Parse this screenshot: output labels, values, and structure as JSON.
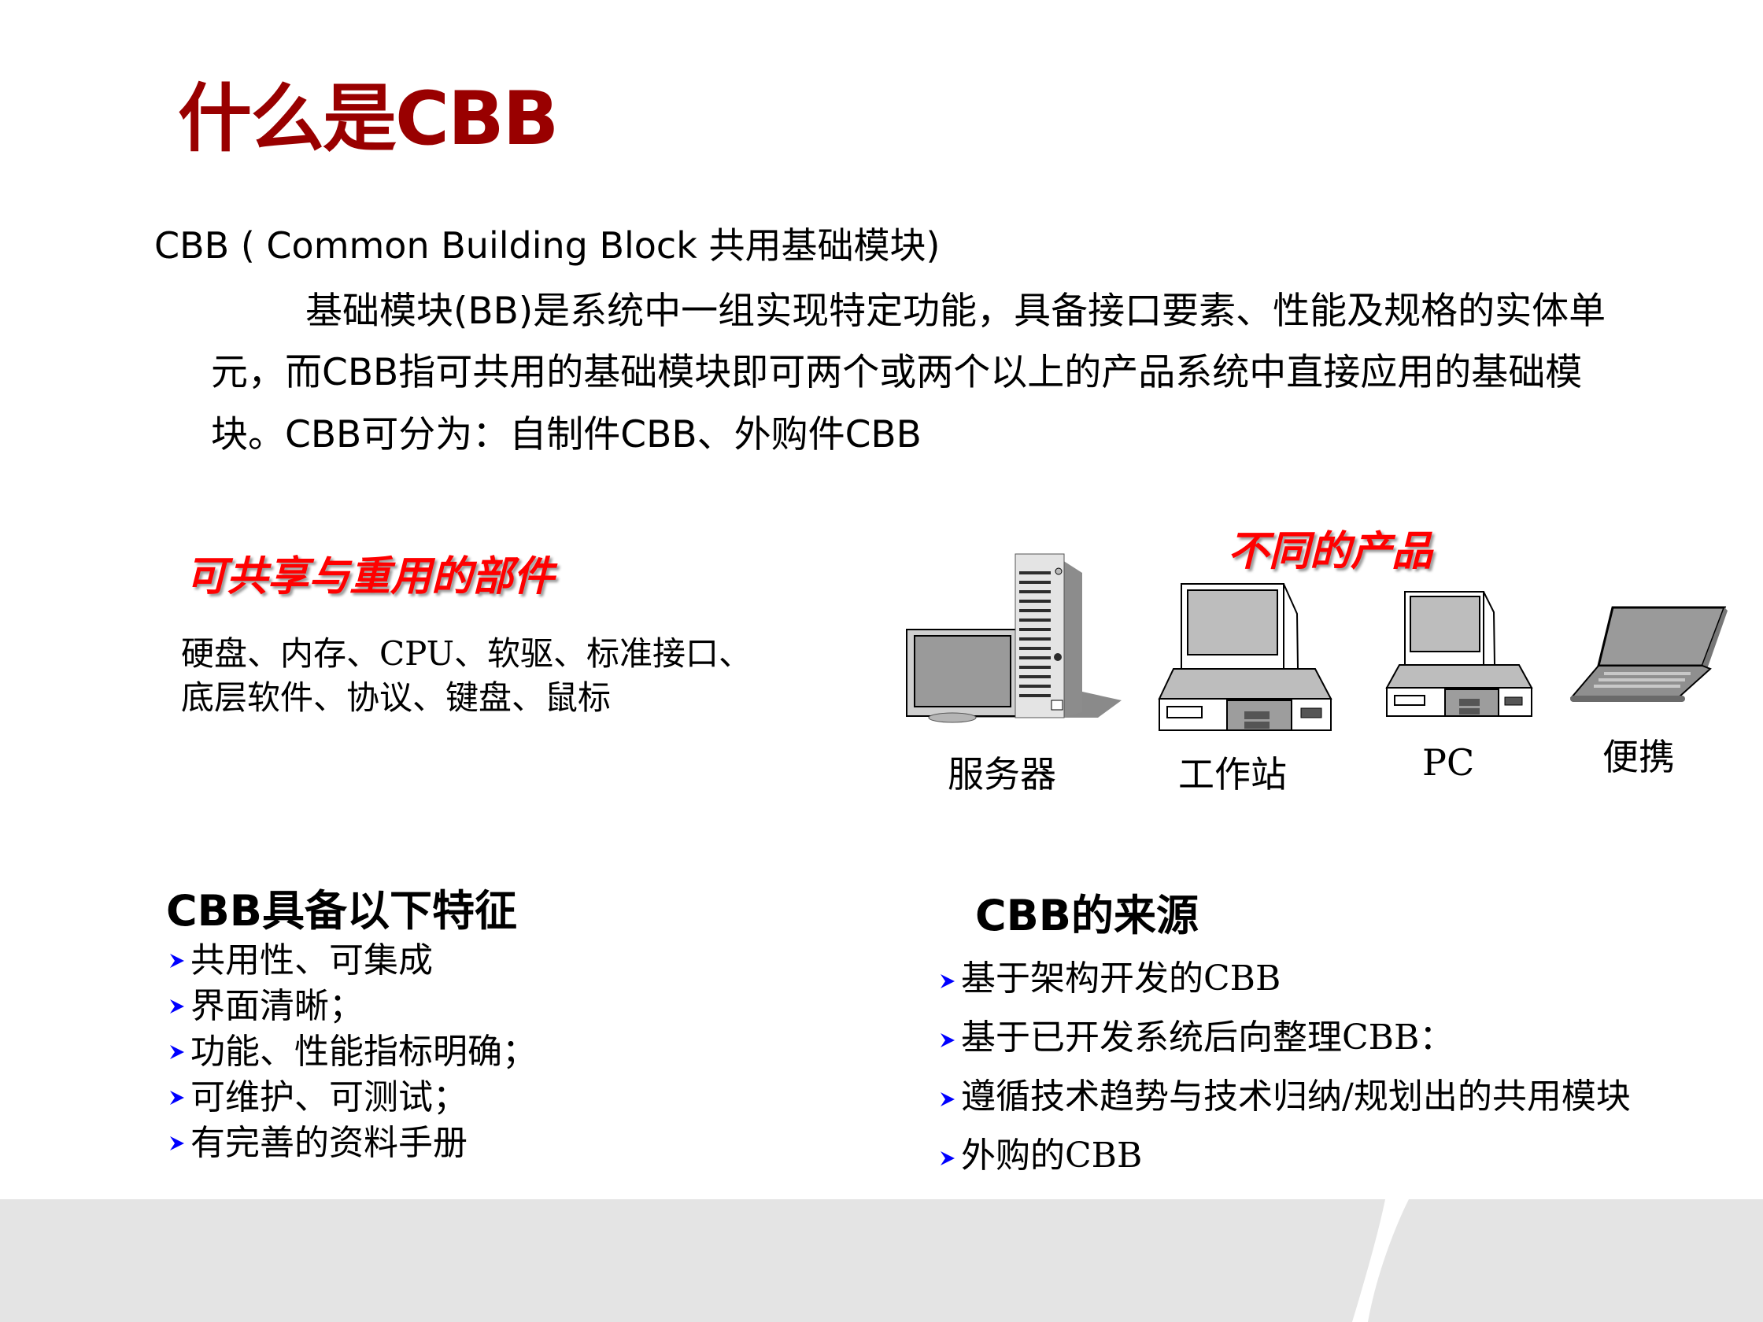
{
  "slide": {
    "title": "什么是CBB",
    "definition_line": "CBB ( Common Building Block 共用基础模块)",
    "paragraph_lines": [
      "基础模块(BB)是系统中一组实现特定功能，具备接口要素、性能及规格的实体单",
      "元，而CBB指可共用的基础模块即可两个或两个以上的产品系统中直接应用的基础模",
      "块。CBB可分为：自制件CBB、外购件CBB"
    ],
    "shared_parts": {
      "heading": "可共享与重用的部件",
      "lines": [
        "硬盘、内存、CPU、软驱、标准接口、",
        "底层软件、协议、键盘、鼠标"
      ]
    },
    "products": {
      "heading": "不同的产品",
      "items": [
        {
          "label": "服务器",
          "icon": "server-icon"
        },
        {
          "label": "工作站",
          "icon": "workstation-icon"
        },
        {
          "label": "PC",
          "icon": "pc-icon"
        },
        {
          "label": "便携",
          "icon": "laptop-icon"
        }
      ]
    },
    "features": {
      "heading": "CBB具备以下特征",
      "items": [
        "共用性、可集成",
        "界面清晰；",
        "功能、性能指标明确；",
        "可维护、可测试；",
        "有完善的资料手册"
      ]
    },
    "sources": {
      "heading": "CBB的来源",
      "items": [
        "基于架构开发的CBB",
        "基于已开发系统后向整理CBB：",
        "遵循技术趋势与技术归纳/规划出的共用模块",
        "外购的CBB"
      ]
    },
    "colors": {
      "title": "#990000",
      "red_heading": "#ff0000",
      "bullet": "#0000ff",
      "footer": "#e4e4e4"
    }
  }
}
